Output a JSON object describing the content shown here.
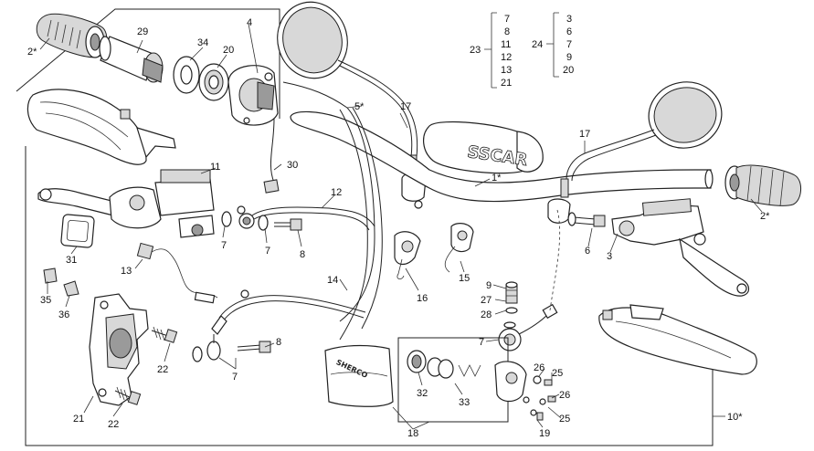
{
  "labels": [
    {
      "id": "c2a",
      "text": "2*"
    },
    {
      "id": "c29",
      "text": "29"
    },
    {
      "id": "c4",
      "text": "4"
    },
    {
      "id": "c34",
      "text": "34"
    },
    {
      "id": "c20",
      "text": "20"
    },
    {
      "id": "c5",
      "text": "5*"
    },
    {
      "id": "c17a",
      "text": "17"
    },
    {
      "id": "c17b",
      "text": "17"
    },
    {
      "id": "c1",
      "text": "1*"
    },
    {
      "id": "c30",
      "text": "30"
    },
    {
      "id": "c11",
      "text": "11"
    },
    {
      "id": "c12",
      "text": "12"
    },
    {
      "id": "c7a",
      "text": "7"
    },
    {
      "id": "c7b",
      "text": "7"
    },
    {
      "id": "c8a",
      "text": "8"
    },
    {
      "id": "c31",
      "text": "31"
    },
    {
      "id": "c13",
      "text": "13"
    },
    {
      "id": "c14",
      "text": "14"
    },
    {
      "id": "c16",
      "text": "16"
    },
    {
      "id": "c15",
      "text": "15"
    },
    {
      "id": "c6",
      "text": "6"
    },
    {
      "id": "c3",
      "text": "3"
    },
    {
      "id": "c2b",
      "text": "2*"
    },
    {
      "id": "c35",
      "text": "35"
    },
    {
      "id": "c36",
      "text": "36"
    },
    {
      "id": "c9",
      "text": "9"
    },
    {
      "id": "c27",
      "text": "27"
    },
    {
      "id": "c28",
      "text": "28"
    },
    {
      "id": "c7c",
      "text": "7"
    },
    {
      "id": "c8b",
      "text": "8"
    },
    {
      "id": "c22a",
      "text": "22"
    },
    {
      "id": "c7d",
      "text": "7"
    },
    {
      "id": "c21",
      "text": "21"
    },
    {
      "id": "c22b",
      "text": "22"
    },
    {
      "id": "c32",
      "text": "32"
    },
    {
      "id": "c33",
      "text": "33"
    },
    {
      "id": "c26a",
      "text": "26"
    },
    {
      "id": "c25a",
      "text": "25"
    },
    {
      "id": "c26b",
      "text": "26"
    },
    {
      "id": "c25b",
      "text": "25"
    },
    {
      "id": "c19",
      "text": "19"
    },
    {
      "id": "c18",
      "text": "18"
    },
    {
      "id": "c10",
      "text": "10*"
    }
  ],
  "kit23": {
    "label": "23",
    "items": [
      "7",
      "8",
      "11",
      "12",
      "13",
      "21"
    ]
  },
  "kit24": {
    "label": "24",
    "items": [
      "3",
      "6",
      "7",
      "9",
      "20"
    ]
  },
  "brand_text": "SHERCO",
  "grip_logo": "SSCAR"
}
